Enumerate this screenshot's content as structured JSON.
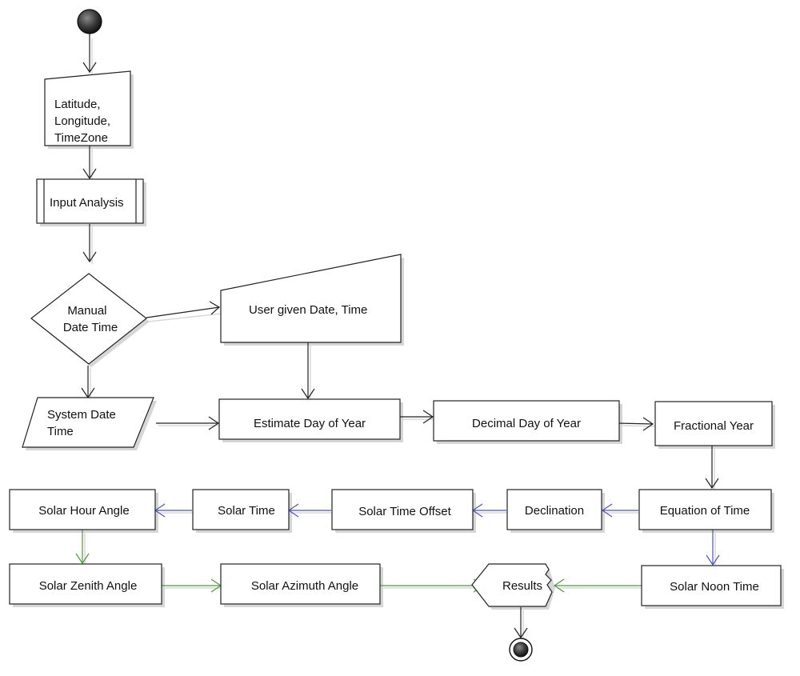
{
  "nodes": {
    "input": [
      "Latitude,",
      "Longitude,",
      "TimeZone"
    ],
    "input_analysis": "Input Analysis",
    "manual_date_time": [
      "Manual",
      "Date Time"
    ],
    "user_given": "User given Date, Time",
    "system_date_time": [
      "System Date",
      "Time"
    ],
    "estimate_day": "Estimate Day of Year",
    "decimal_day": "Decimal Day of Year",
    "fractional_year": "Fractional Year",
    "equation_of_time": "Equation of Time",
    "declination": "Declination",
    "solar_time_offset": "Solar Time Offset",
    "solar_time": "Solar Time",
    "solar_hour_angle": "Solar Hour Angle",
    "solar_zenith_angle": "Solar Zenith Angle",
    "solar_azimuth_angle": "Solar Azimuth Angle",
    "results": "Results",
    "solar_noon_time": "Solar Noon Time"
  },
  "colors": {
    "default_connector": "#222222",
    "blue_connector": "#4a55b8",
    "green_connector": "#4f9a3c"
  }
}
